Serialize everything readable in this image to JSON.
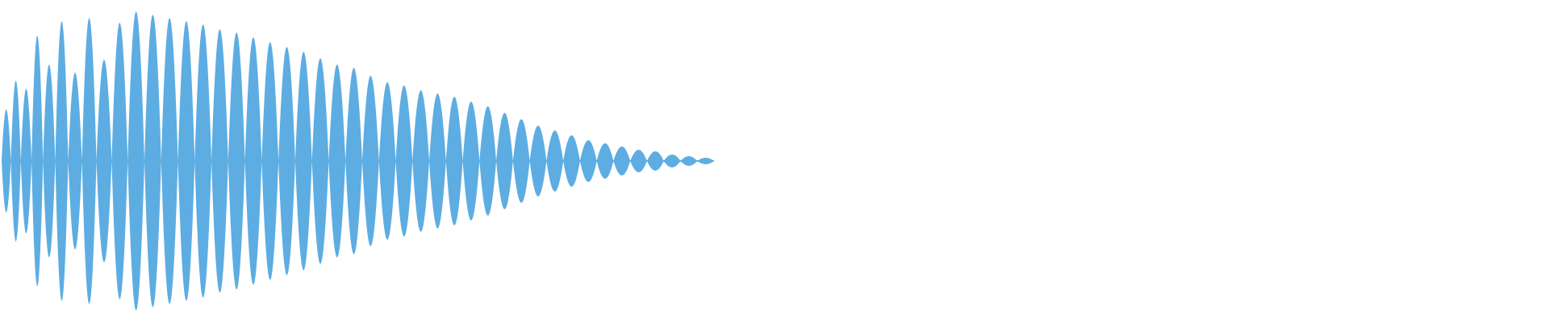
{
  "waveform": {
    "color": "#5DADE2",
    "background": "#FFFFFF",
    "shape": "decaying-oscillation",
    "lobes": [
      0.32,
      0.5,
      0.45,
      0.78,
      0.6,
      0.87,
      0.55,
      0.89,
      0.63,
      0.86,
      0.93,
      0.91,
      0.89,
      0.87,
      0.85,
      0.82,
      0.8,
      0.77,
      0.74,
      0.71,
      0.68,
      0.64,
      0.6,
      0.58,
      0.53,
      0.49,
      0.47,
      0.44,
      0.42,
      0.4,
      0.37,
      0.34,
      0.3,
      0.26,
      0.22,
      0.19,
      0.16,
      0.13,
      0.11,
      0.09,
      0.07,
      0.06,
      0.04,
      0.03,
      0.02
    ]
  }
}
